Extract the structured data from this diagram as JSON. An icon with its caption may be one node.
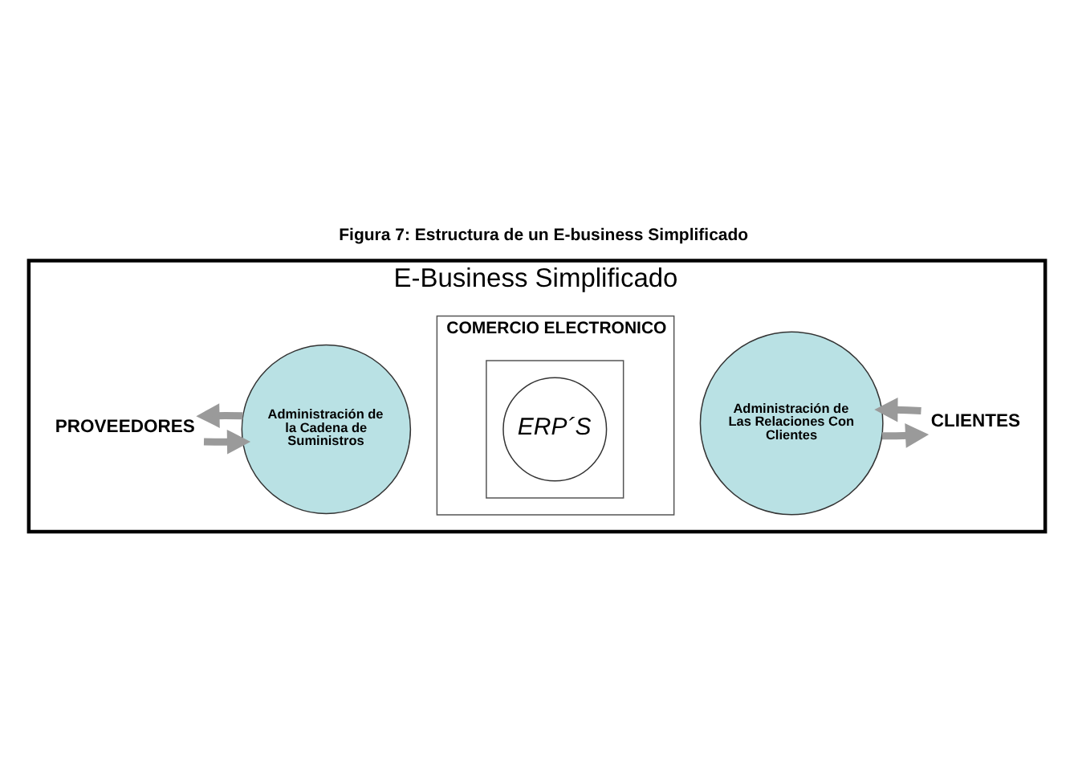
{
  "diagram": {
    "title": "Figura 7: Estructura de un E-business Simplificado",
    "nodes": [
      {
        "text": [
          "E-Business Simplificado"
        ]
      },
      {
        "text": [
          "COMERCIO ELECTRONICO"
        ],
        "in": 0
      },
      {
        "text": [],
        "shape": "box",
        "in": 1
      },
      {
        "text": [
          "PROVEEDORES"
        ],
        "in": 0
      },
      {
        "text": [
          "Administración de la Cadena de Suministros"
        ],
        "in": 0
      },
      {
        "text": [
          "ERP´S"
        ],
        "in": 2
      },
      {
        "text": [
          "Administración de Las Relaciones Con Clientes"
        ],
        "in": 0
      },
      {
        "text": [
          "CLIENTES"
        ],
        "in": 0
      }
    ],
    "edges": [
      {
        "from": 3,
        "to": 4,
        "arrow": "to"
      },
      {
        "from": 4,
        "to": 3,
        "arrow": "to"
      },
      {
        "from": 6,
        "to": 7,
        "arrow": "to"
      },
      {
        "from": 7,
        "to": 6,
        "arrow": "to"
      }
    ]
  }
}
